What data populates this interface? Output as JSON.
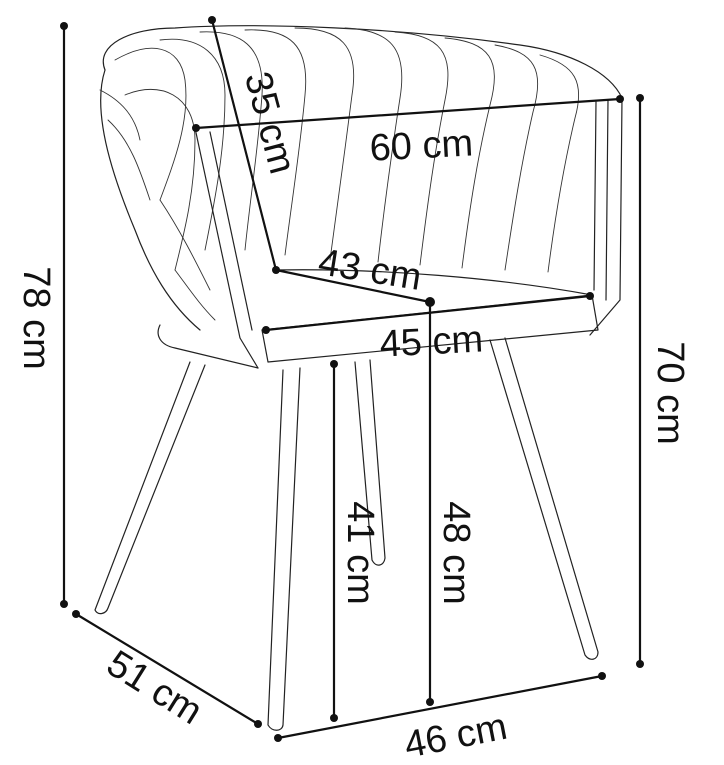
{
  "diagram": {
    "subject": "armchair-dimension-drawing",
    "colors": {
      "line": "#111111",
      "outline": "#222222",
      "background": "#ffffff"
    },
    "dimensions": {
      "total_height": "78 cm",
      "back_depth": "35 cm",
      "width_top": "60 cm",
      "seat_depth": "43 cm",
      "seat_width": "45 cm",
      "arm_height": "70 cm",
      "seat_height_front": "41 cm",
      "seat_height_center": "48 cm",
      "base_depth": "51 cm",
      "base_width": "46 cm"
    }
  }
}
